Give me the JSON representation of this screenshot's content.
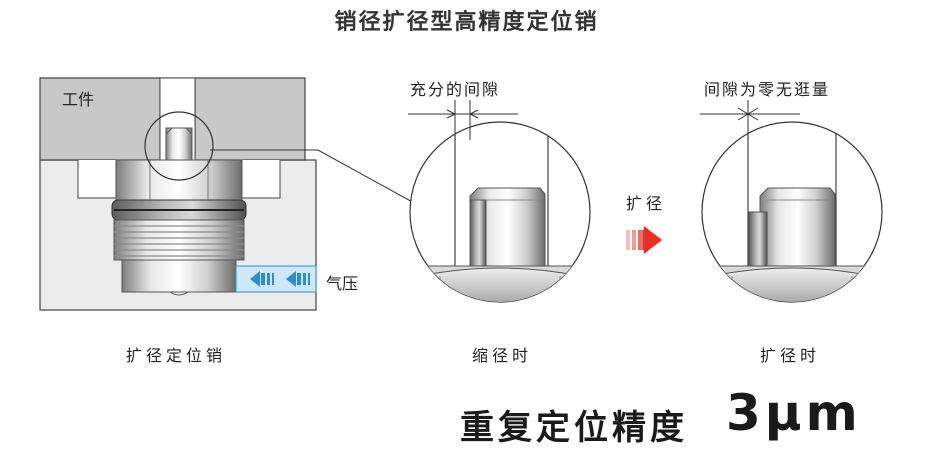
{
  "title": "销径扩径型高精度定位销",
  "workpiece_label": "工件",
  "air_pressure_label": "气压",
  "gap_label_left": "充分的间隙",
  "gap_label_right": "间隙为零无逛量",
  "expand_arrow_label": "扩径",
  "caption_left": "扩径定位销",
  "caption_middle": "缩径时",
  "caption_right": "扩径时",
  "precision_label": "重复定位精度",
  "precision_value": "3μm",
  "colors": {
    "workpiece_gray": "#c8c8c8",
    "base_light": "#ececec",
    "air_blue": "#2c8fd6",
    "air_band": "#cde8f8",
    "red_arrow": "#e8302a",
    "outline": "#333333"
  }
}
